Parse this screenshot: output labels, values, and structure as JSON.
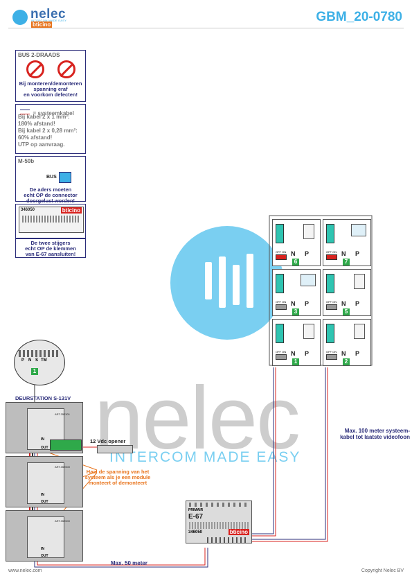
{
  "header": {
    "brand": "nelec",
    "tagline": "INTERCOM MADE EASY",
    "sub_brand": "bticino",
    "doc_code": "GBM_20-0780"
  },
  "panels": {
    "bus": {
      "title": "BUS 2-DRAADS",
      "warning_lines": [
        "Bij monteren/demonteren",
        "spanning eraf",
        "en voorkom defecten!"
      ]
    },
    "cable": {
      "title": "= systeemkabel",
      "lines": [
        "Bij kabel 2 x 1 mm²:",
        "180% afstand!",
        "Bij kabel 2 x 0,28 mm²:",
        "60% afstand!",
        "UTP op aanvraag."
      ]
    },
    "m50b": {
      "title": "M-50b",
      "bus_label": "BUS",
      "note_lines": [
        "De aders moeten",
        "echt OP de connector",
        "doorgelust worden!"
      ]
    },
    "module346050": {
      "part_number": "346050",
      "brand": "bticino",
      "note_lines": [
        "De twee stijgers",
        "echt OP de klemmen",
        "van E-67 aansluiten!"
      ]
    }
  },
  "door_station": {
    "title": "DEURSTATION S-131V",
    "detail_labels": [
      "P",
      "N",
      "S",
      "TM"
    ],
    "detail_badge": "1",
    "module_codes": [
      "ART.352301",
      "ART.352500",
      "ART.352500"
    ],
    "in_label": "IN",
    "out_label": "OUT",
    "opener_label": "12 Vdc opener"
  },
  "monitors": [
    {
      "label_n": "N",
      "label_p": "P",
      "id": "6",
      "switch": "OFF ON"
    },
    {
      "label_n": "N",
      "label_p": "P",
      "id": "7",
      "switch": "OFF ON"
    },
    {
      "label_n": "N",
      "label_p": "P",
      "id": "3",
      "switch": "OFF ON"
    },
    {
      "label_n": "N",
      "label_p": "P",
      "id": "5",
      "switch": "OFF ON"
    },
    {
      "label_n": "N",
      "label_p": "P",
      "id": "1",
      "switch": "OFF ON"
    },
    {
      "label_n": "N",
      "label_p": "P",
      "id": "2",
      "switch": "OFF ON"
    }
  ],
  "e67": {
    "label": "E-67",
    "primary": "PRIMAIR",
    "part_number": "346050",
    "brand": "bticino"
  },
  "notes": {
    "power_lines": [
      "Haal de spanning van het",
      "systeem als je een module",
      "monteert of demonteert"
    ],
    "max100_lines": [
      "Max. 100 meter systeem-",
      "kabel tot laatste videofoon"
    ],
    "max50": "Max. 50 meter"
  },
  "watermark": {
    "word": "nelec",
    "tagline": "INTERCOM MADE EASY"
  },
  "footer": {
    "left": "www.nelec.com",
    "right": "Copyright Nelec BV"
  }
}
